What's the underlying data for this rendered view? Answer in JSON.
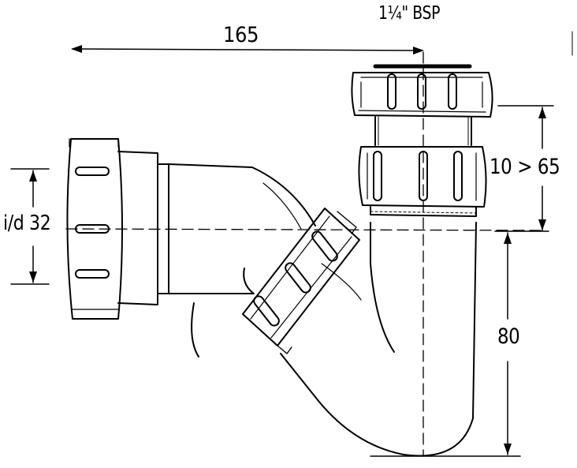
{
  "dimensions": {
    "width_label": "165",
    "connection_label": "1¼\" BSP",
    "inlet_label": "i/d 32",
    "adjust_label": "10 > 65",
    "depth_label": "80"
  },
  "colors": {
    "line": "#000000",
    "background": "#ffffff"
  }
}
